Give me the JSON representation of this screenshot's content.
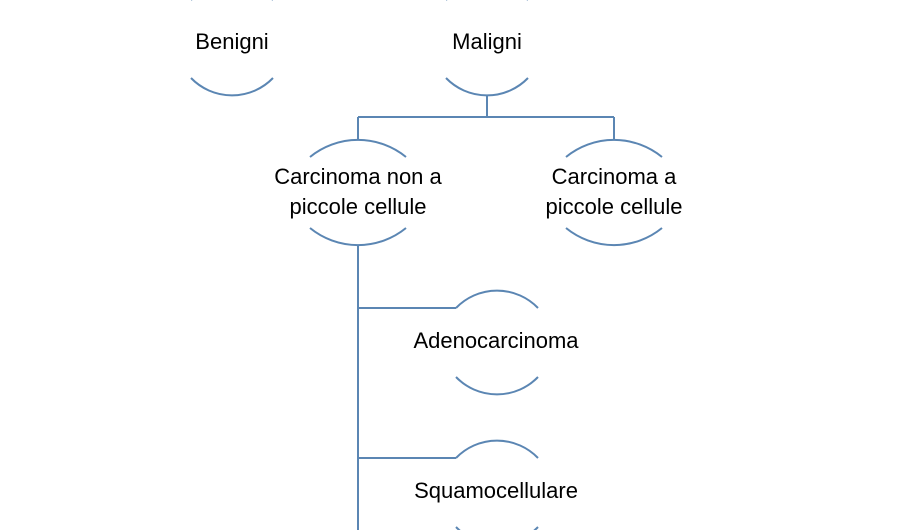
{
  "diagram": {
    "type": "hierarchy",
    "nodes": {
      "benigni": "Benigni",
      "maligni": "Maligni",
      "nsclc_line1": "Carcinoma non a",
      "nsclc_line2": "piccole cellule",
      "sclc_line1": "Carcinoma a",
      "sclc_line2": "piccole cellule",
      "adeno": "Adenocarcinoma",
      "squamo": "Squamocellulare"
    },
    "edges": [
      [
        "Maligni",
        "Carcinoma non a piccole cellule"
      ],
      [
        "Maligni",
        "Carcinoma a piccole cellule"
      ],
      [
        "Carcinoma non a piccole cellule",
        "Adenocarcinoma"
      ],
      [
        "Carcinoma non a piccole cellule",
        "Squamocellulare"
      ]
    ],
    "line_color": "#5b86b3"
  }
}
